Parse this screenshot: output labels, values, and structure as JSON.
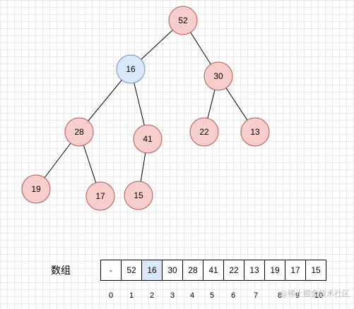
{
  "colors": {
    "node_fill": "#f8cecc",
    "node_stroke": "#b85450",
    "highlight_fill": "#dae8fc",
    "highlight_stroke": "#6c8ebf",
    "cell_fill": "#ffffff"
  },
  "tree": {
    "highlight_value": "16",
    "nodes": [
      "52",
      "16",
      "30",
      "28",
      "41",
      "22",
      "13",
      "19",
      "17",
      "15"
    ]
  },
  "array": {
    "label": "数组",
    "cells": [
      "-",
      "52",
      "16",
      "30",
      "28",
      "41",
      "22",
      "13",
      "19",
      "17",
      "15"
    ],
    "indices": [
      "0",
      "1",
      "2",
      "3",
      "4",
      "5",
      "6",
      "7",
      "8",
      "9",
      "10"
    ],
    "highlight_index": 2
  },
  "watermark": "@稀土掘金技术社区"
}
